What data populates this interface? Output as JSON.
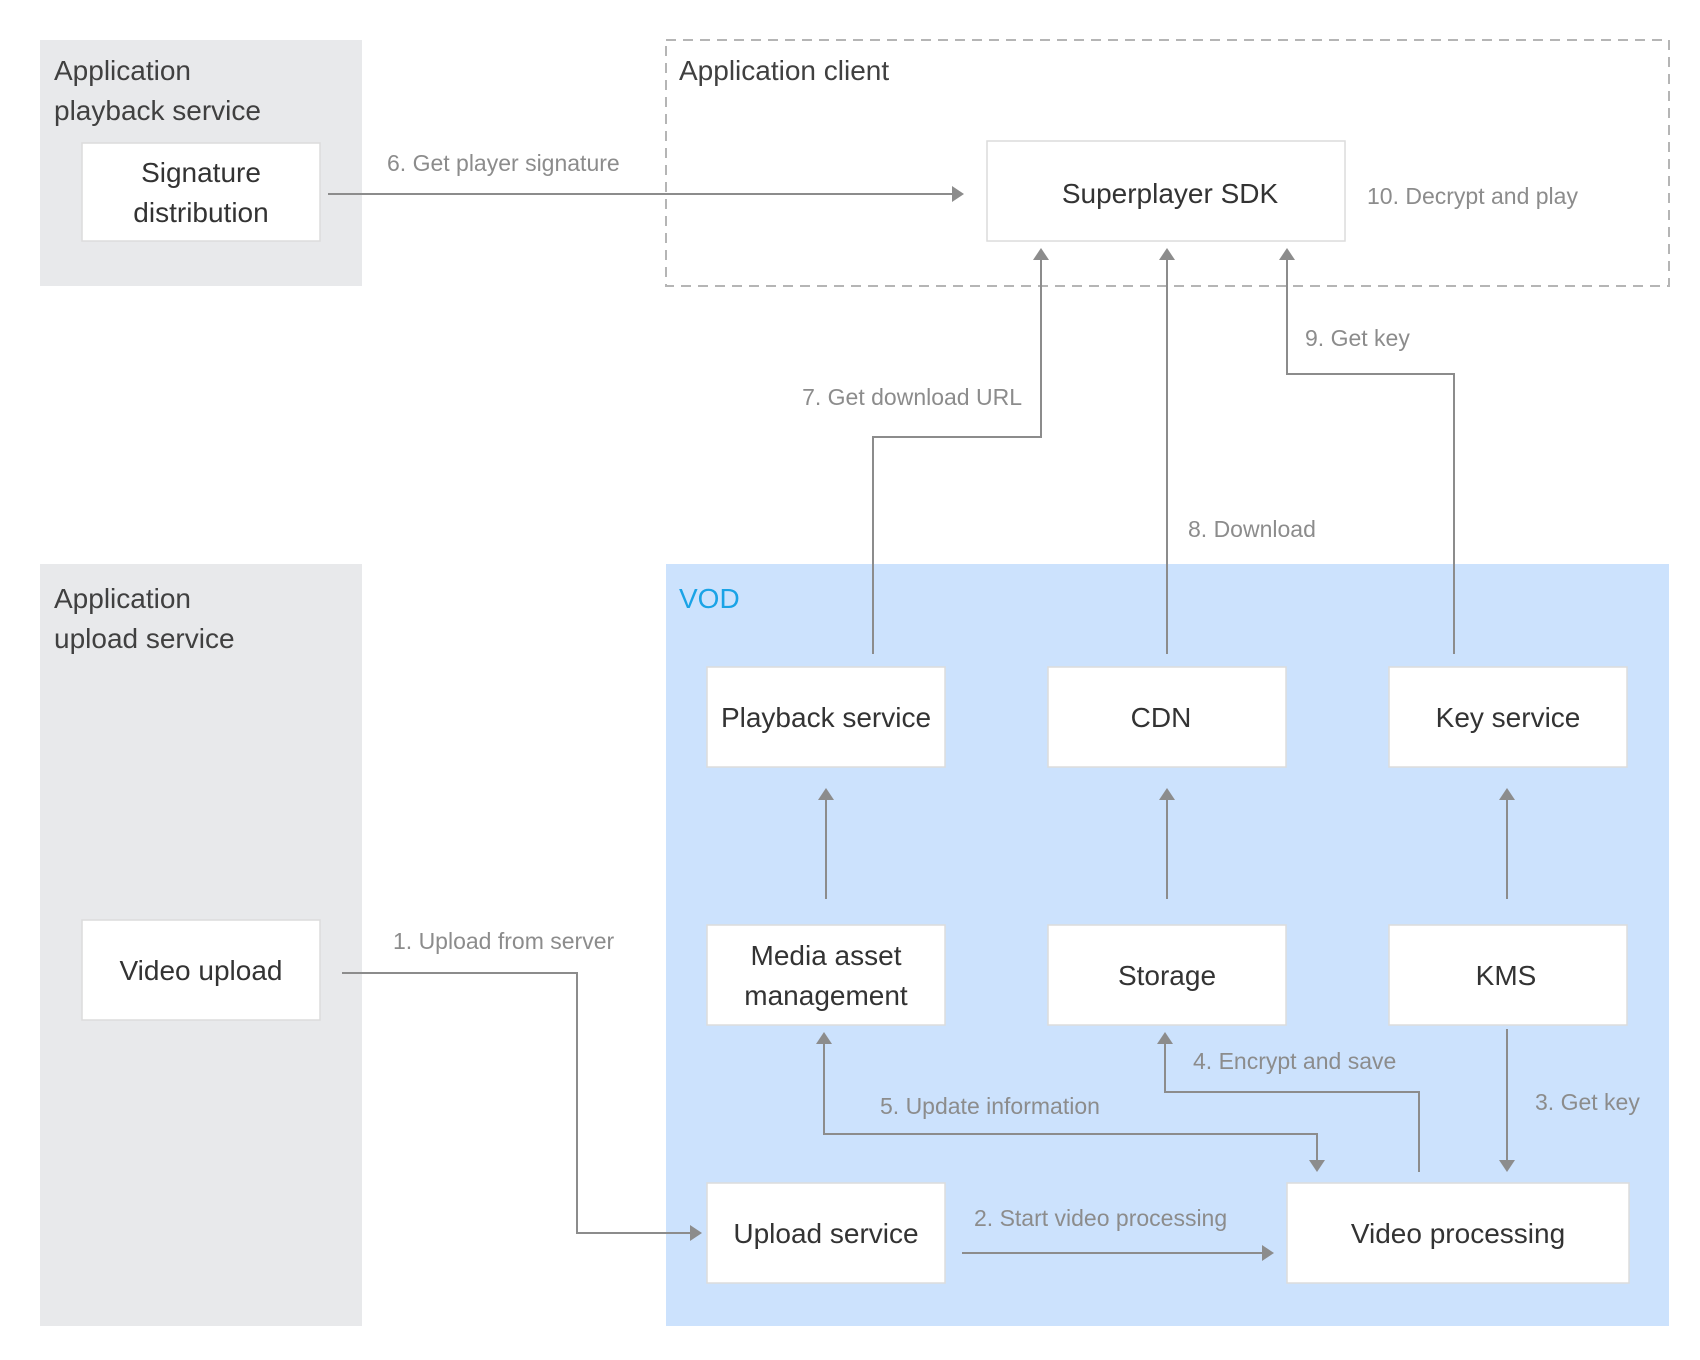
{
  "zones": {
    "playback_service": {
      "title_line1": "Application",
      "title_line2": "playback service"
    },
    "upload_service": {
      "title_line1": "Application",
      "title_line2": "upload service"
    },
    "client": {
      "title": "Application client"
    },
    "vod": {
      "title": "VOD"
    }
  },
  "boxes": {
    "signature_distribution": {
      "line1": "Signature",
      "line2": "distribution"
    },
    "superplayer_sdk": {
      "label": "Superplayer SDK"
    },
    "video_upload": {
      "label": "Video upload"
    },
    "playback_service": {
      "label": "Playback service"
    },
    "cdn": {
      "label": "CDN"
    },
    "key_service": {
      "label": "Key service"
    },
    "media_asset_management": {
      "line1": "Media asset",
      "line2": "management"
    },
    "storage": {
      "label": "Storage"
    },
    "kms": {
      "label": "KMS"
    },
    "upload_service": {
      "label": "Upload service"
    },
    "video_processing": {
      "label": "Video processing"
    }
  },
  "steps": {
    "s1": "1. Upload from server",
    "s2": "2. Start video processing",
    "s3": "3. Get key",
    "s4": "4. Encrypt and save",
    "s5": "5. Update information",
    "s6": "6. Get player signature",
    "s7": "7. Get download URL",
    "s8": "8. Download",
    "s9": "9. Get key",
    "s10": "10. Decrypt and play"
  },
  "colors": {
    "zone_gray": "#e8e9eb",
    "vod_blue": "#cce2fd",
    "vod_title": "#1aa3e6",
    "edge": "#8c8c8c"
  }
}
